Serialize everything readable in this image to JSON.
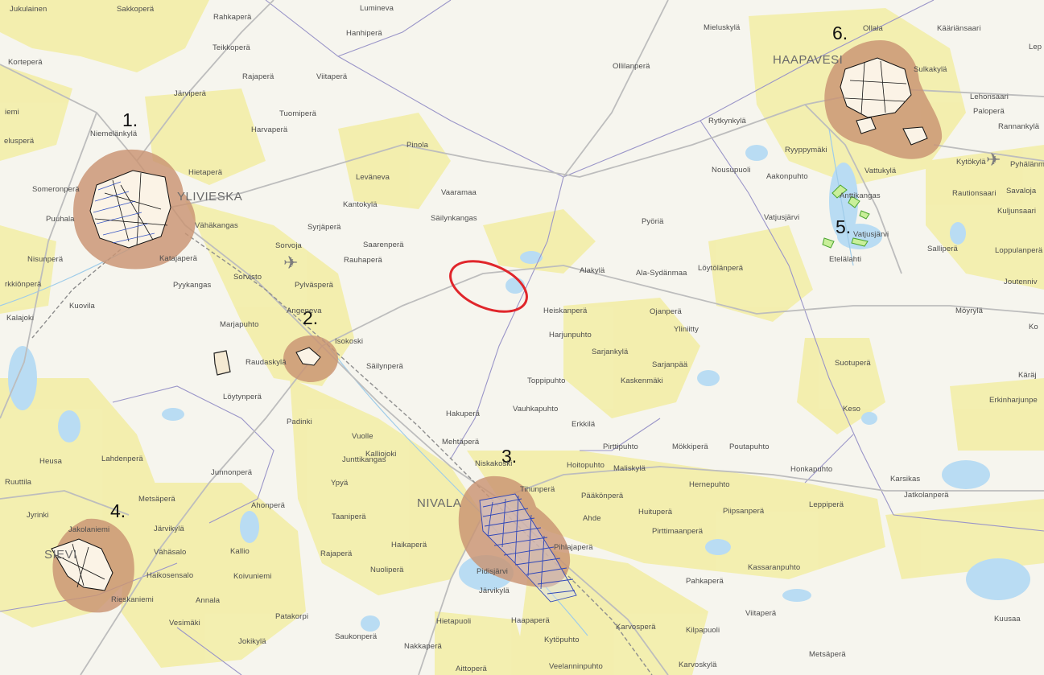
{
  "colors": {
    "background": "#f6f5ee",
    "forest_patch": "#f3eea8",
    "water": "#b9dcf3",
    "zone_fill": "#c99473",
    "highlight_ellipse": "#e0262b",
    "road": "#b8b8b8",
    "railway": "#8e8e8e",
    "boundary": "#9a95c8"
  },
  "icons": {
    "airport": "airplane-icon"
  },
  "towns": {
    "ylivieska": "YLIVIESKA",
    "haapavesi": "HAAPAVESI",
    "nivala": "NIVALA",
    "sievi": "SIEVI"
  },
  "zone_markers": [
    "1.",
    "2.",
    "3.",
    "4.",
    "5.",
    "6."
  ],
  "place_names": [
    "Jukulainen",
    "Sakkoperä",
    "Rahkaperä",
    "Lumineva",
    "Hanhiperä",
    "Teikkoperä",
    "Korteperä",
    "Järviperä",
    "Rajaperä",
    "Viitaperä",
    "iemi",
    "Tuomiperä",
    "Niemelänkylä",
    "Harvaperä",
    "elusperä",
    "Hietaperä",
    "Pinola",
    "Someronperä",
    "Leväneva",
    "Puuhala",
    "Vaaramaa",
    "Kantokylä",
    "Vähäkangas",
    "Syrjäperä",
    "Säilynkangas",
    "Sorvoja",
    "Saarenperä",
    "Nisunperä",
    "Rauhaperä",
    "Katajaperä",
    "rkkiönperä",
    "Pyykangas",
    "Sorvisto",
    "Pylväsperä",
    "Kuovila",
    "Angeneva",
    "Marjapuhto",
    "Isokoski",
    "Raudaskylä",
    "Säilynperä",
    "Löytynperä",
    "Padinki",
    "Vuolle",
    "Junttikangas",
    "Heusa",
    "Lahdenperä",
    "Ruuttila",
    "Junnonperä",
    "Ypyä",
    "Metsäperä",
    "Jyrinki",
    "Ahonperä",
    "Taaniperä",
    "Järvikylä",
    "Vähäsalo",
    "Kallio",
    "Rajaperä",
    "Haikosensalo",
    "Koivuniemi",
    "Haikaperä",
    "Nuoliperä",
    "Annala",
    "Vesimäki",
    "Patakorpi",
    "Saukonperä",
    "Jokikylä",
    "Nakkaperä",
    "Hietapuoli",
    "Aittoperä",
    "Mieluskylä",
    "Ollilanperä",
    "Hakuperä",
    "Mehtäperä",
    "Niskakoski",
    "Tihunperä",
    "Järvikylä",
    "Haapaperä",
    "Kytöpuhto",
    "Veelanninpuhto",
    "Heiskanperä",
    "Harjunpuhto",
    "Alakylä",
    "Ala-Sydänmaa",
    "Pyöriä",
    "Löytölänperä",
    "Ojanperä",
    "Yliniitty",
    "Sarjankylä",
    "Sarjanpää",
    "Toppipuhto",
    "Kaskenmäki",
    "Vauhkapuhto",
    "Erkkilä",
    "Pirttipuhto",
    "Mökkiperä",
    "Poutapuhto",
    "Hoitopuhto",
    "Maliskylä",
    "Honkapuhto",
    "Hernepuhto",
    "Pääkönperä",
    "Ahde",
    "Huituperä",
    "Piipsanperä",
    "Pirttimaanperä",
    "Pihlajaperä",
    "Kassaranpuhto",
    "Pahkaperä",
    "Viitaperä",
    "Kilpapuoli",
    "Karvosperä",
    "Karvoskylä",
    "Metsäperä",
    "Kuusaa",
    "Karsikas",
    "Jatkolanperä",
    "Leppiperä",
    "Suotuperä",
    "Keso",
    "Möyrylä",
    "Ollala",
    "Kääriänsaari",
    "Sulkakylä",
    "Lehonsaari",
    "Paloperä",
    "Rannankylä",
    "Rytkynkylä",
    "Ryyppymäki",
    "Nousupuoli",
    "Aakonpuhto",
    "Vattukylä",
    "Kytökylä",
    "Pyhälänm",
    "Anttikangas",
    "Rautionsaari",
    "Savaloja",
    "Vatjusjärvi",
    "Kuljunsaari",
    "Salliperä",
    "Loppulanperä",
    "Etelälahti",
    "Joutenniv",
    "Käräj",
    "Erkinharjunpe",
    "Ko",
    "Lep",
    "Kalajoki",
    "Pidisjärvi",
    "Rieskaniemi",
    "Jakolaniemi",
    "Kalliojoki",
    "Vatjusjärvi"
  ]
}
